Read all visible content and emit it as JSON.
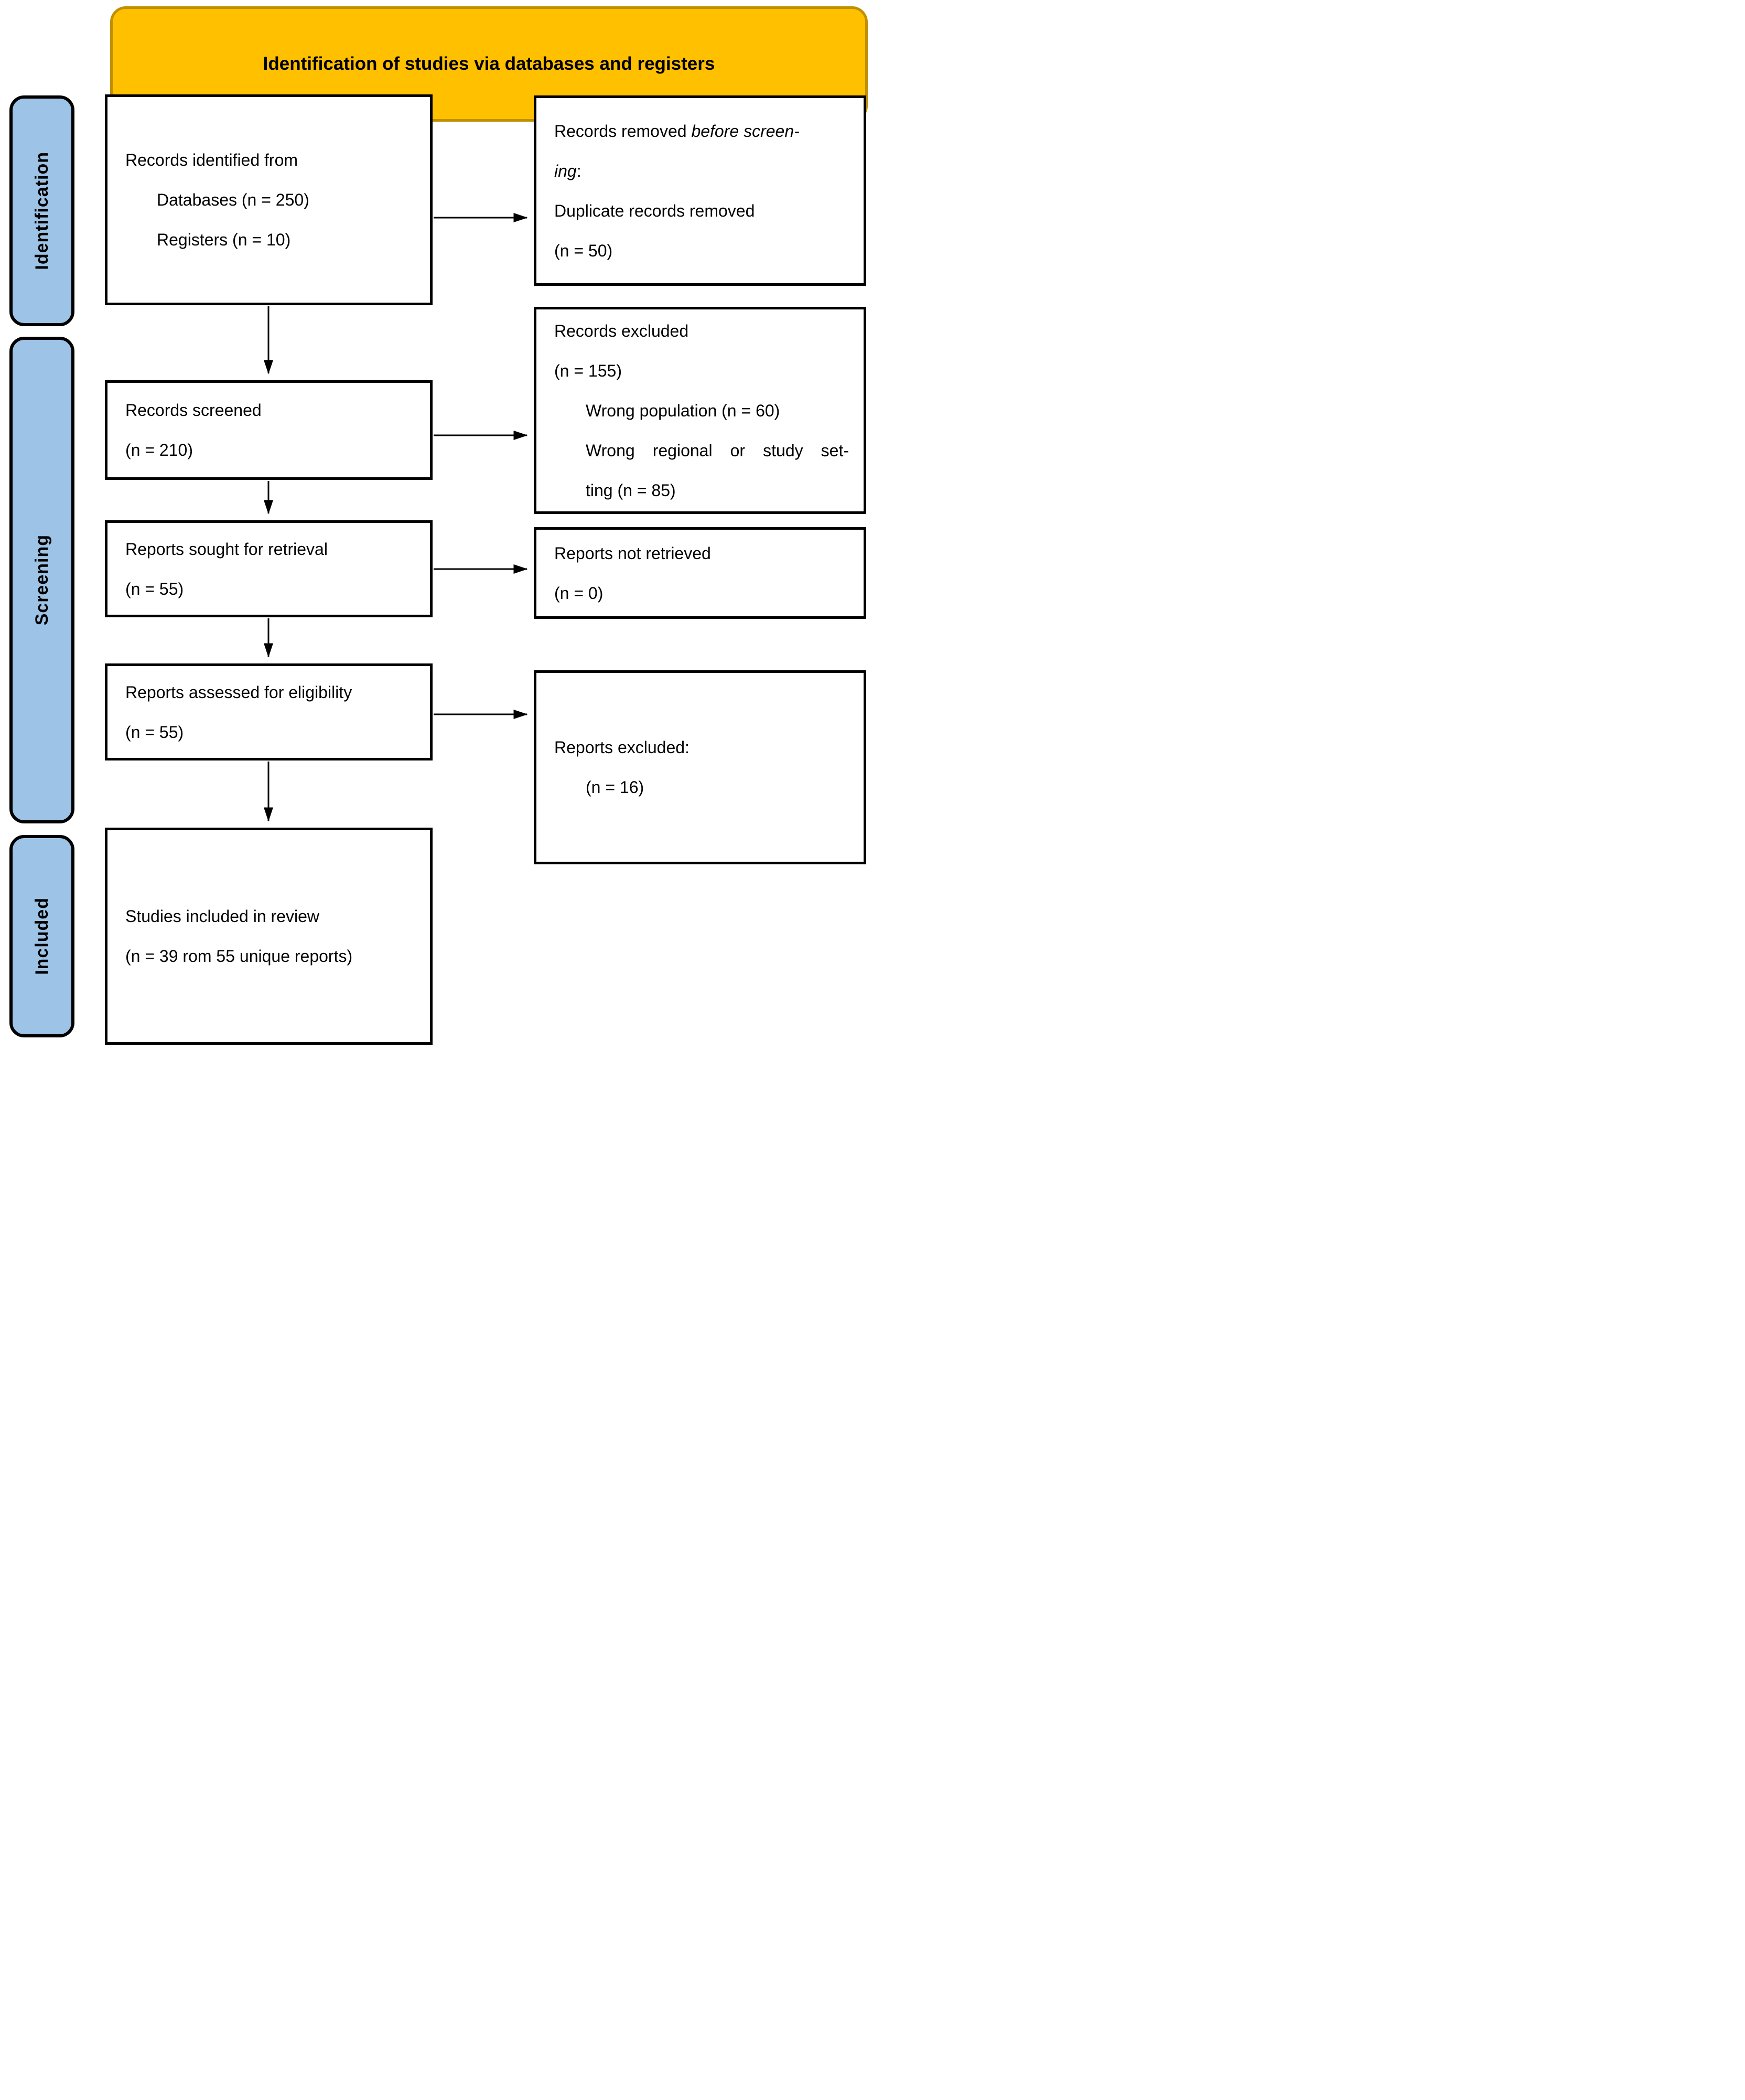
{
  "banner": {
    "title": "Identification of studies via databases and registers"
  },
  "stages": [
    {
      "id": "identification",
      "label": "Identification"
    },
    {
      "id": "screening",
      "label": "Screening"
    },
    {
      "id": "included",
      "label": "Included"
    }
  ],
  "colors": {
    "banner_fill": "#FFC000",
    "banner_border": "#BF9000",
    "stage_fill": "#9DC3E6",
    "line_color": "#000000"
  },
  "boxes": [
    {
      "id": "records-identified",
      "lines": [
        {
          "segments": [
            {
              "text": "Records identified from"
            }
          ]
        },
        {
          "indent": true,
          "segments": [
            {
              "text": "Databases (n = 250)"
            }
          ]
        },
        {
          "indent": true,
          "segments": [
            {
              "text": "Registers (n = 10)"
            }
          ]
        }
      ]
    },
    {
      "id": "records-removed",
      "lines": [
        {
          "segments": [
            {
              "text": "Records removed "
            },
            {
              "text": "before screen-",
              "italic": true
            }
          ]
        },
        {
          "segments": [
            {
              "text": "ing",
              "italic": true
            },
            {
              "text": ":"
            }
          ]
        },
        {
          "segments": [
            {
              "text": "Duplicate records removed"
            }
          ]
        },
        {
          "segments": [
            {
              "text": "(n = 50)"
            }
          ]
        }
      ]
    },
    {
      "id": "records-screened",
      "lines": [
        {
          "segments": [
            {
              "text": "Records screened"
            }
          ]
        },
        {
          "segments": [
            {
              "text": "(n = 210)"
            }
          ]
        }
      ]
    },
    {
      "id": "records-excluded",
      "lines": [
        {
          "segments": [
            {
              "text": "Records excluded"
            }
          ]
        },
        {
          "segments": [
            {
              "text": "(n = 155)"
            }
          ]
        },
        {
          "indent": true,
          "segments": [
            {
              "text": "Wrong population (n = 60)"
            }
          ]
        },
        {
          "indent": true,
          "justify": true,
          "segments": [
            {
              "text": "Wrong regional or study set-"
            }
          ]
        },
        {
          "indent": true,
          "segments": [
            {
              "text": "ting (n = 85)"
            }
          ]
        }
      ]
    },
    {
      "id": "reports-sought",
      "lines": [
        {
          "segments": [
            {
              "text": "Reports sought for retrieval"
            }
          ]
        },
        {
          "segments": [
            {
              "text": "(n = 55)"
            }
          ]
        }
      ]
    },
    {
      "id": "reports-not-retrieved",
      "lines": [
        {
          "segments": [
            {
              "text": "Reports not retrieved"
            }
          ]
        },
        {
          "segments": [
            {
              "text": "(n = 0)"
            }
          ]
        }
      ]
    },
    {
      "id": "reports-assessed",
      "lines": [
        {
          "segments": [
            {
              "text": "Reports assessed for eligibility"
            }
          ]
        },
        {
          "segments": [
            {
              "text": "(n = 55)"
            }
          ]
        }
      ]
    },
    {
      "id": "reports-excluded",
      "lines": [
        {
          "segments": [
            {
              "text": "Reports excluded:"
            }
          ]
        },
        {
          "indent": true,
          "segments": [
            {
              "text": "(n = 16)"
            }
          ]
        }
      ]
    },
    {
      "id": "studies-included",
      "lines": [
        {
          "segments": [
            {
              "text": "Studies included in review"
            }
          ]
        },
        {
          "segments": [
            {
              "text": "(n = 39 rom 55 unique reports)"
            }
          ]
        }
      ]
    }
  ]
}
